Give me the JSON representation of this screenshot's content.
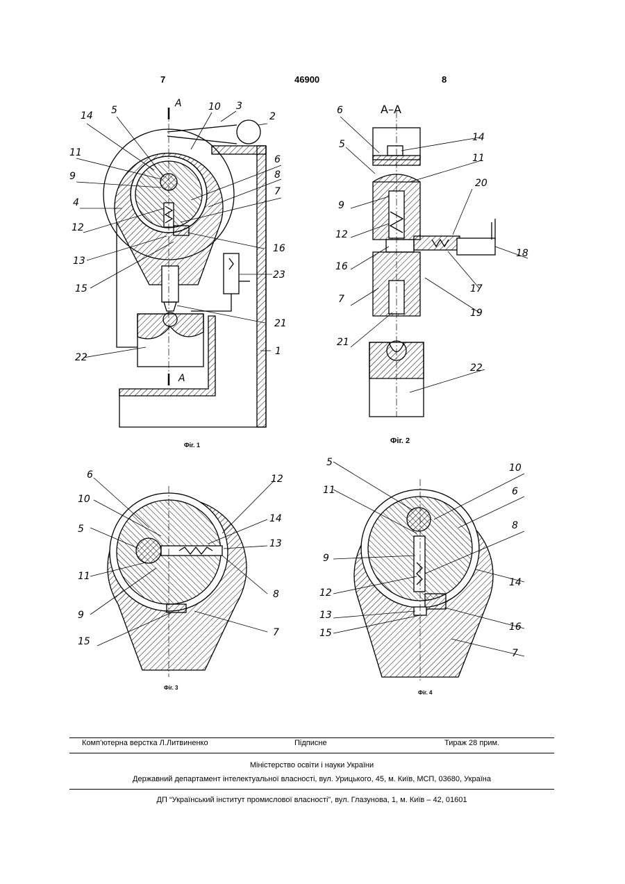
{
  "header": {
    "left_page": "7",
    "patent_number": "46900",
    "right_page": "8"
  },
  "figures": {
    "fig1": {
      "caption": "Фіг. 1",
      "section_mark": "A",
      "labels": [
        "14",
        "5",
        "10",
        "3",
        "2",
        "11",
        "9",
        "4",
        "12",
        "13",
        "15",
        "6",
        "8",
        "7",
        "16",
        "23",
        "21",
        "22",
        "1"
      ]
    },
    "fig2": {
      "caption": "Фіг. 2",
      "section_title": "A–A",
      "labels": [
        "6",
        "5",
        "14",
        "11",
        "20",
        "9",
        "12",
        "16",
        "7",
        "21",
        "22",
        "18",
        "17",
        "19"
      ]
    },
    "fig3": {
      "caption": "Фіг. 3",
      "labels": [
        "6",
        "10",
        "5",
        "11",
        "9",
        "15",
        "12",
        "14",
        "13",
        "8",
        "7"
      ]
    },
    "fig4": {
      "caption": "Фіг. 4",
      "labels": [
        "5",
        "11",
        "9",
        "12",
        "13",
        "15",
        "10",
        "6",
        "8",
        "14",
        "16",
        "7"
      ]
    }
  },
  "footer": {
    "typesetting": "Комп’ютерна верстка Л.Литвиненко",
    "signed": "Підписне",
    "circulation": "Тираж 28 прим.",
    "ministry": "Міністерство освіти і науки України",
    "department": "Державний департамент інтелектуальної власності, вул. Урицького, 45, м. Київ, МСП, 03680, Україна",
    "institute": "ДП “Український інститут промислової власності”, вул. Глазунова, 1, м. Київ – 42, 01601"
  }
}
